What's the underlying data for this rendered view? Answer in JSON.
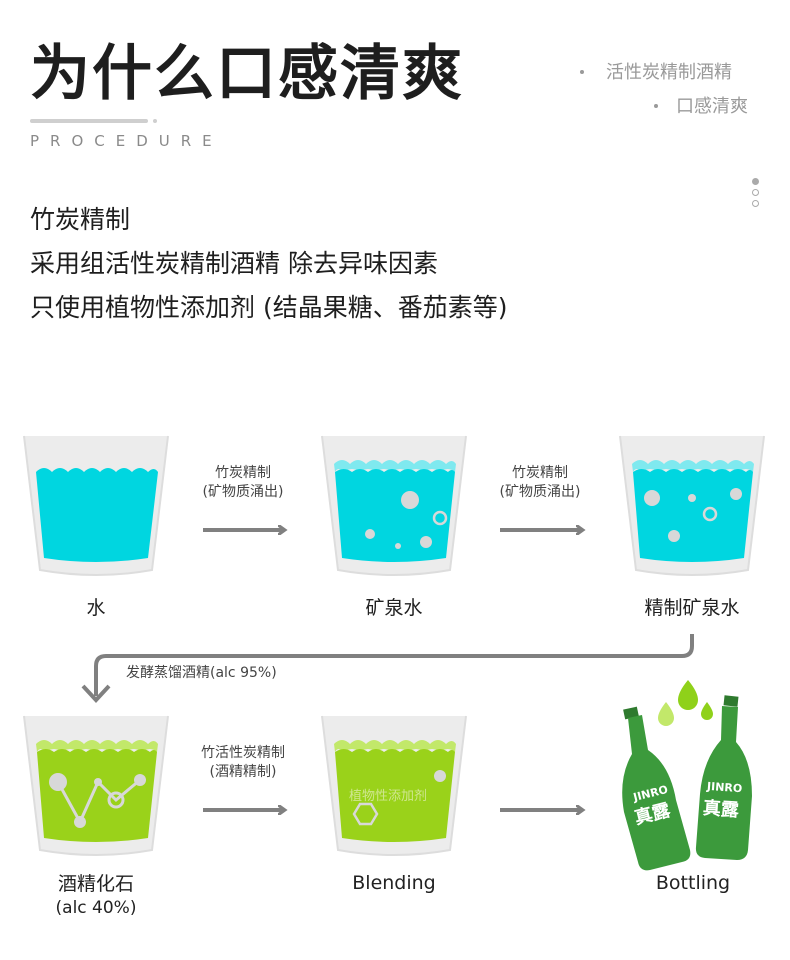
{
  "header": {
    "title": "为什么口感清爽",
    "subtitle": "PROCEDURE",
    "side_items": [
      "活性炭精制酒精",
      "口感清爽"
    ]
  },
  "intro": {
    "lines": [
      "竹炭精制",
      "采用组活性炭精制酒精  除去异味因素",
      "只使用植物性添加剂 (结晶果糖、番茄素等)"
    ]
  },
  "process": {
    "row1": {
      "steps": [
        "水",
        "矿泉水",
        "精制矿泉水"
      ],
      "arrows": [
        {
          "line1": "竹炭精制",
          "line2": "(矿物质涌出)"
        },
        {
          "line1": "竹炭精制",
          "line2": "(矿物质涌出)"
        }
      ]
    },
    "connector_label": "发酵蒸馏酒精(alc 95%)",
    "row2": {
      "steps": [
        {
          "line1": "酒精化石",
          "line2": "(alc 40%)"
        },
        {
          "line1": "Blending",
          "line2": ""
        },
        {
          "line1": "Bottling",
          "line2": ""
        }
      ],
      "arrows": [
        {
          "line1": "竹活性炭精制",
          "line2": "(酒精精制)"
        },
        {
          "line1": "",
          "line2": ""
        }
      ],
      "cup_text": "植物性添加剂",
      "bottle_brand": "JINRO",
      "bottle_name": "真露"
    }
  },
  "colors": {
    "water": "#00d6e0",
    "water_wave": "#5fe6ee",
    "green": "#9ad21a",
    "green_wave": "#c2e86a",
    "arrow": "#808080",
    "cup": "#d9d9d9",
    "bottle": "#3c9a3c",
    "drop": "#8fd11a"
  }
}
